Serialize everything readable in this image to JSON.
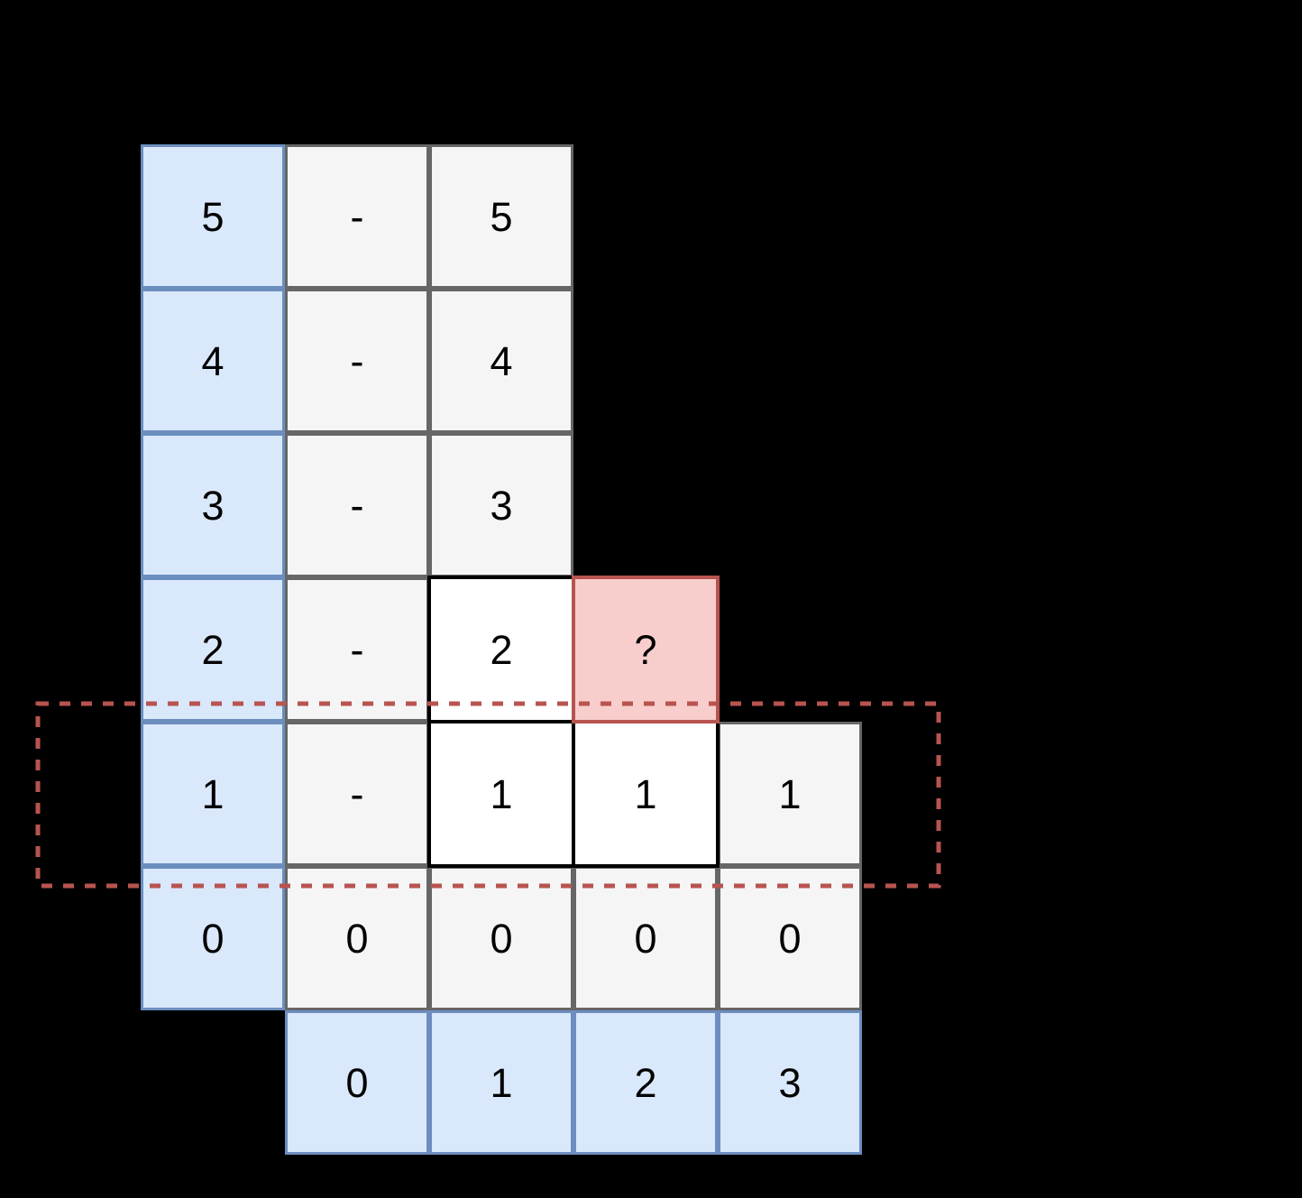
{
  "colors": {
    "background": "#000000",
    "text": "#000000",
    "blue_fill": "#dae8fc",
    "blue_stroke": "#6c8ebf",
    "gray_fill": "#f5f5f5",
    "gray_stroke": "#666666",
    "white_fill": "#ffffff",
    "white_stroke": "#000000",
    "red_fill": "#f8cecc",
    "red_stroke": "#b85450",
    "dashed_box_stroke": "#b85450"
  },
  "cells": [
    {
      "row": 0,
      "col": 0,
      "text": "5",
      "style": "blue"
    },
    {
      "row": 0,
      "col": 1,
      "text": "-",
      "style": "gray"
    },
    {
      "row": 0,
      "col": 2,
      "text": "5",
      "style": "gray"
    },
    {
      "row": 1,
      "col": 0,
      "text": "4",
      "style": "blue"
    },
    {
      "row": 1,
      "col": 1,
      "text": "-",
      "style": "gray"
    },
    {
      "row": 1,
      "col": 2,
      "text": "4",
      "style": "gray"
    },
    {
      "row": 2,
      "col": 0,
      "text": "3",
      "style": "blue"
    },
    {
      "row": 2,
      "col": 1,
      "text": "-",
      "style": "gray"
    },
    {
      "row": 2,
      "col": 2,
      "text": "3",
      "style": "gray"
    },
    {
      "row": 3,
      "col": 0,
      "text": "2",
      "style": "blue"
    },
    {
      "row": 3,
      "col": 1,
      "text": "-",
      "style": "gray"
    },
    {
      "row": 3,
      "col": 2,
      "text": "2",
      "style": "white"
    },
    {
      "row": 3,
      "col": 3,
      "text": "?",
      "style": "red"
    },
    {
      "row": 4,
      "col": 0,
      "text": "1",
      "style": "blue"
    },
    {
      "row": 4,
      "col": 1,
      "text": "-",
      "style": "gray"
    },
    {
      "row": 4,
      "col": 2,
      "text": "1",
      "style": "white"
    },
    {
      "row": 4,
      "col": 3,
      "text": "1",
      "style": "white"
    },
    {
      "row": 4,
      "col": 4,
      "text": "1",
      "style": "gray"
    },
    {
      "row": 5,
      "col": 0,
      "text": "0",
      "style": "blue"
    },
    {
      "row": 5,
      "col": 1,
      "text": "0",
      "style": "gray"
    },
    {
      "row": 5,
      "col": 2,
      "text": "0",
      "style": "gray"
    },
    {
      "row": 5,
      "col": 3,
      "text": "0",
      "style": "gray"
    },
    {
      "row": 5,
      "col": 4,
      "text": "0",
      "style": "gray"
    },
    {
      "row": 6,
      "col": 1,
      "text": "0",
      "style": "blue"
    },
    {
      "row": 6,
      "col": 2,
      "text": "1",
      "style": "blue"
    },
    {
      "row": 6,
      "col": 3,
      "text": "2",
      "style": "blue"
    },
    {
      "row": 6,
      "col": 4,
      "text": "3",
      "style": "blue"
    }
  ]
}
